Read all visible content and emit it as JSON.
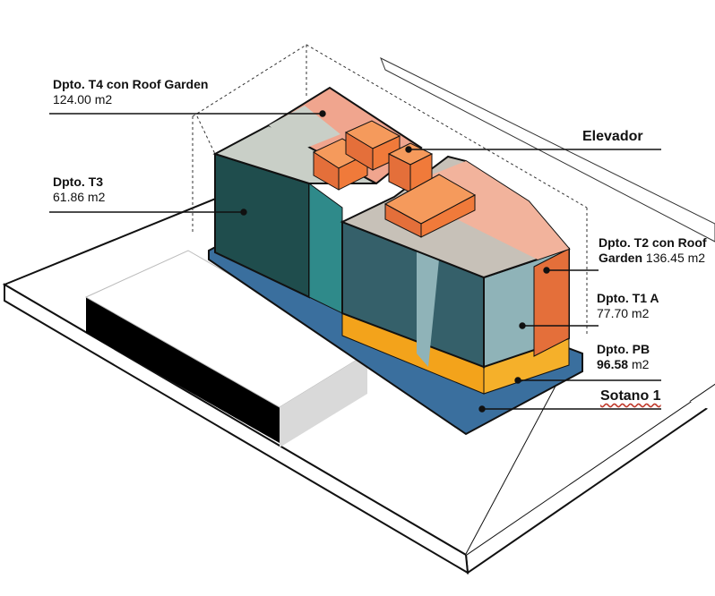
{
  "labels": {
    "t4": {
      "title": "Dpto. T4 con Roof Garden",
      "area": "124.00 m2"
    },
    "elevador": {
      "title": "Elevador"
    },
    "t3": {
      "title": "Dpto. T3",
      "area": "61.86 m2"
    },
    "t2": {
      "title_line1": "Dpto. T2 con Roof",
      "title_line2": "Garden",
      "area": "136.45 m2"
    },
    "t1a": {
      "title": "Dpto. T1 A",
      "area": "77.70 m2"
    },
    "pb": {
      "title": "Dpto. PB",
      "area_value": "96.58",
      "area_unit": "m2"
    },
    "sotano": {
      "title": "Sotano 1"
    }
  },
  "colors": {
    "t4_roof": "#f0a58e",
    "elevator": "#f07a3a",
    "t3_teal": "#1f4d4d",
    "t2_orange": "#e46f3a",
    "t1_blue": "#8fb3b8",
    "pb_yellow": "#f3a31b",
    "sotano_blue": "#3a6f9e"
  }
}
